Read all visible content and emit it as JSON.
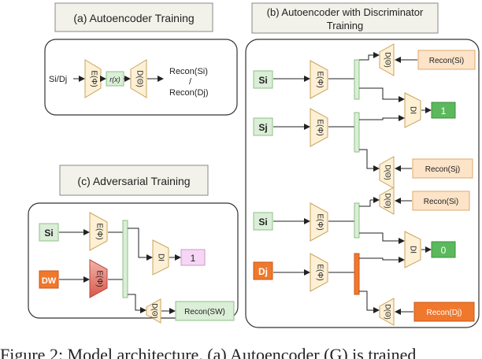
{
  "titles": {
    "a": "(a) Autoencoder Training",
    "b_line1": "(b) Autoencoder with Discriminator",
    "b_line2": "Training",
    "c": "(c) Adversarial Training"
  },
  "symbols": {
    "encoder": "E(Φ)",
    "decoder": "D(Θ)",
    "disc": "DI",
    "latent": "r(x)"
  },
  "panel_a": {
    "input": "Si/Dj",
    "output_line1": "Recon(Si)",
    "output_sep": "/",
    "output_line2": "Recon(Dj)"
  },
  "panel_b": {
    "s1_label": "Si",
    "s1_recon": "Recon(Si)",
    "s2_label": "Sj",
    "s2_recon": "Recon(Sj)",
    "out_top": "1",
    "s3_label": "Si",
    "s3_recon": "Recon(Si)",
    "d_label": "Dj",
    "d_recon": "Recon(Dj)",
    "out_bottom": "0"
  },
  "panel_c": {
    "s_label": "Si",
    "d_label": "DW",
    "out": "1",
    "recon": "Recon(SW)"
  },
  "caption": "Figure 2: Model architecture. (a) Autoencoder (G) is trained",
  "colors": {
    "trap_fill": "#fdf0d5",
    "trap_stroke": "#c9a45c",
    "green_fill": "#dbeed7",
    "green_stroke": "#8cc084",
    "bright_green": "#5cb85c",
    "peach_fill": "#fde4c8",
    "orange": "#f0782c",
    "pink": "#f7d6f5",
    "red_trap": "#e8867c"
  }
}
